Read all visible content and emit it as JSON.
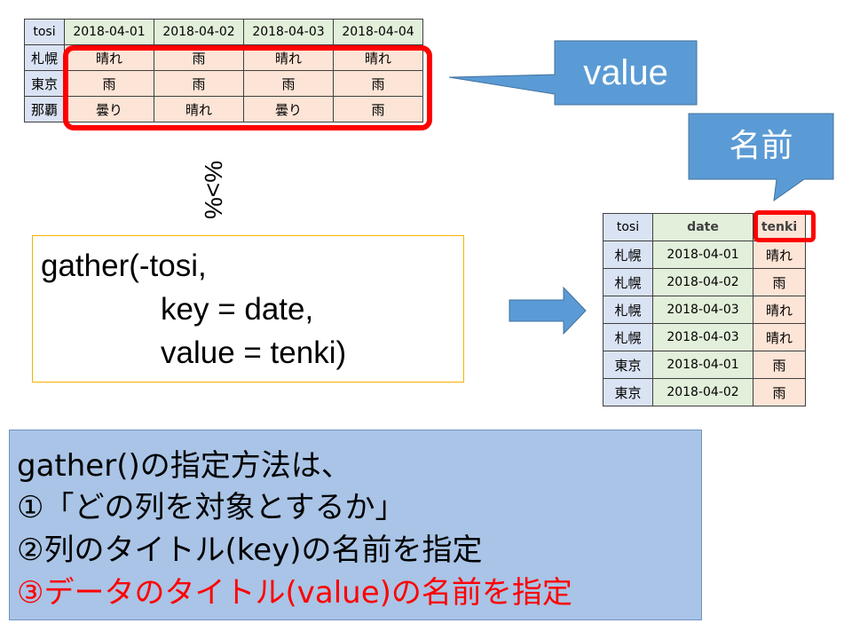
{
  "wide_table": {
    "header": [
      "tosi",
      "2018-04-01",
      "2018-04-02",
      "2018-04-03",
      "2018-04-04"
    ],
    "rows": [
      [
        "札幌",
        "晴れ",
        "雨",
        "晴れ",
        "晴れ"
      ],
      [
        "東京",
        "雨",
        "雨",
        "雨",
        "雨"
      ],
      [
        "那覇",
        "曇り",
        "晴れ",
        "曇り",
        "雨"
      ]
    ]
  },
  "pipe_label": "%>%",
  "code": {
    "line1": "gather(-tosi,",
    "line2": "key = date,",
    "line3": "value = tenki)"
  },
  "callouts": {
    "value": "value",
    "name": "名前"
  },
  "long_table": {
    "header": [
      "tosi",
      "date",
      "tenki"
    ],
    "rows": [
      [
        "札幌",
        "2018-04-01",
        "晴れ"
      ],
      [
        "札幌",
        "2018-04-02",
        "雨"
      ],
      [
        "札幌",
        "2018-04-03",
        "晴れ"
      ],
      [
        "札幌",
        "2018-04-03",
        "晴れ"
      ],
      [
        "東京",
        "2018-04-01",
        "雨"
      ],
      [
        "東京",
        "2018-04-02",
        "雨"
      ]
    ]
  },
  "note": {
    "line1": "gather()の指定方法は、",
    "line2": "①「どの列を対象とするか」",
    "line3": "②列のタイトル(key)の名前を指定",
    "line4": "③データのタイトル(value)の名前を指定"
  },
  "colors": {
    "highlight": "#ff0000",
    "callout": "#5b9bd5",
    "note_bg": "#a9c4e6"
  }
}
